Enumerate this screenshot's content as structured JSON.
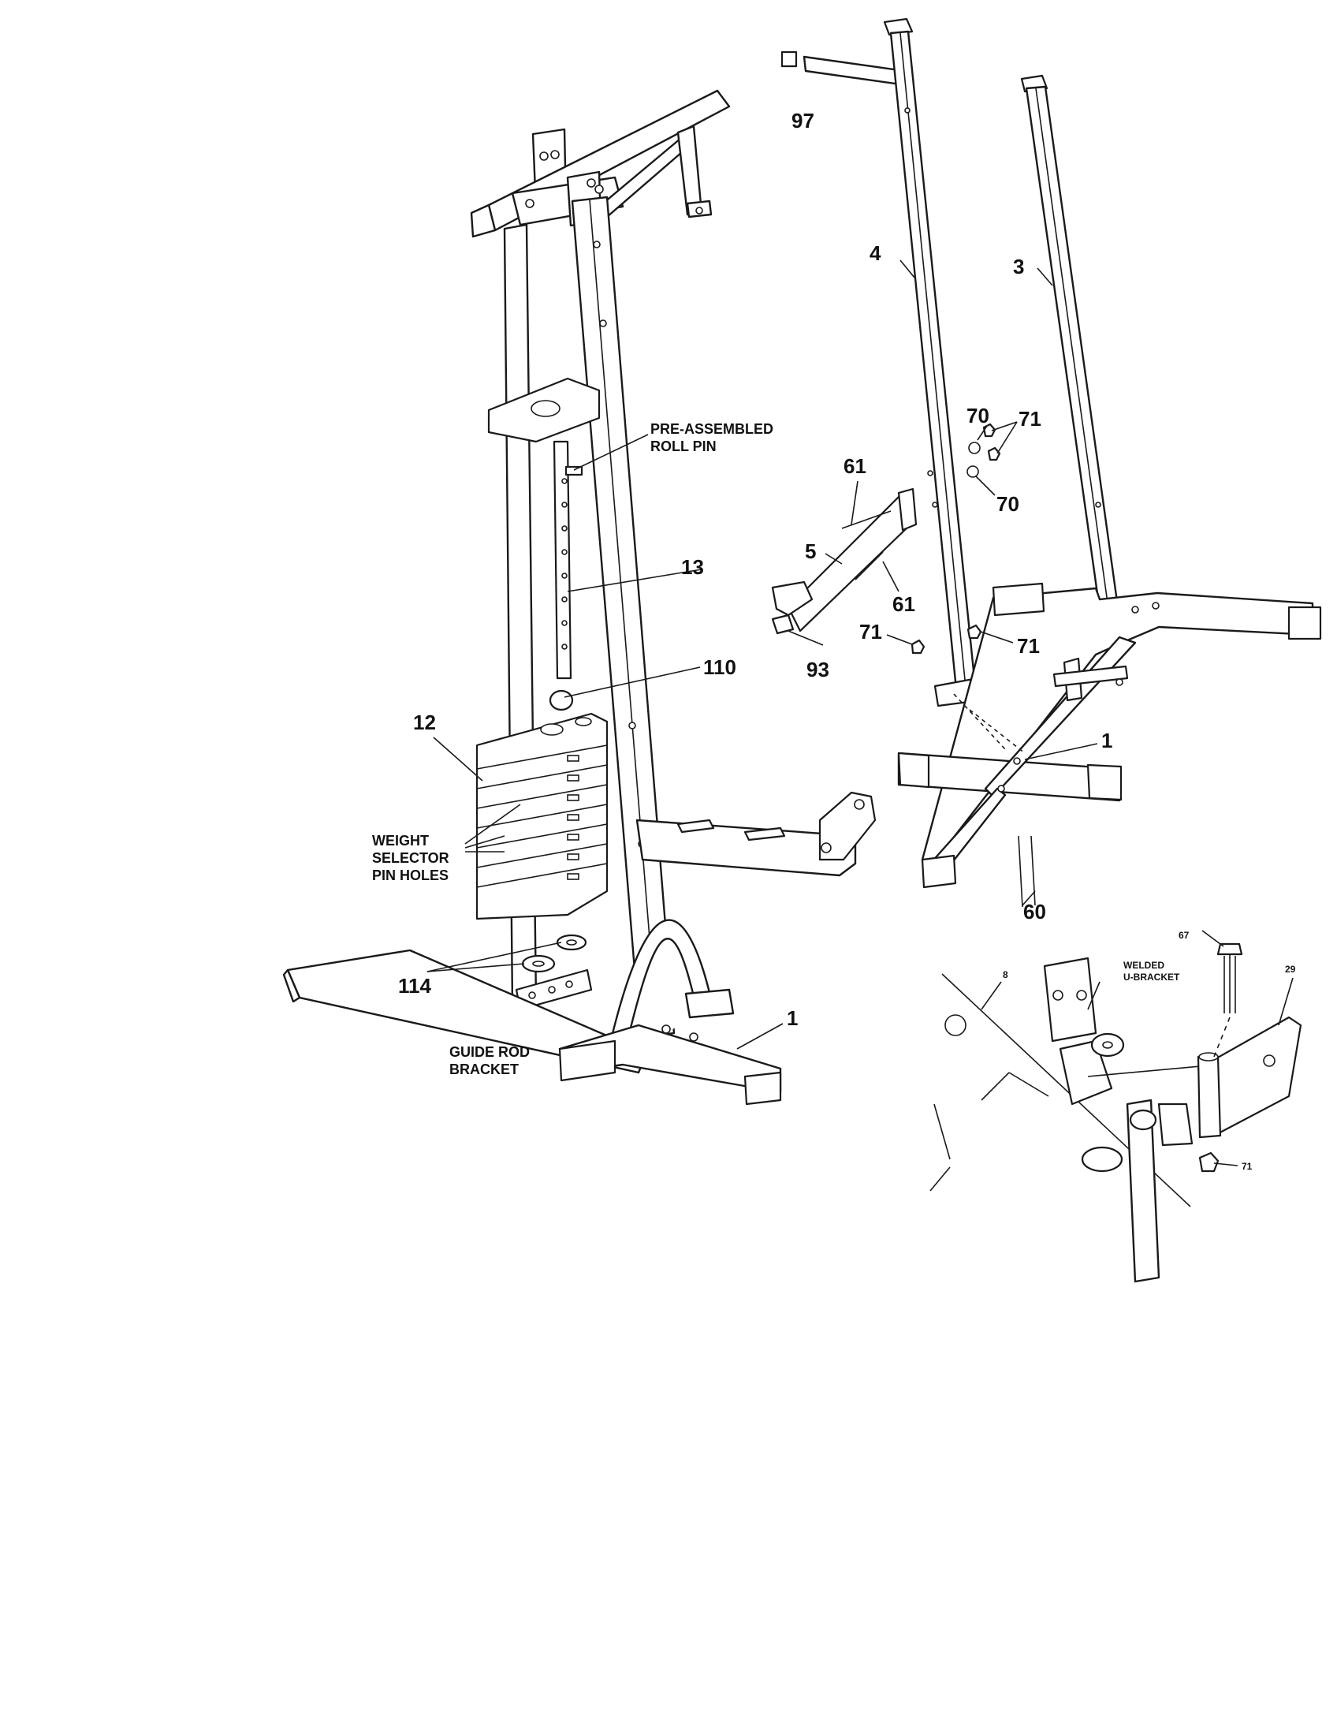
{
  "labels": {
    "p97": "97",
    "p4": "4",
    "p3": "3",
    "p70a": "70",
    "p71a": "71",
    "p70b": "70",
    "p61a": "61",
    "p5": "5",
    "p61b": "61",
    "p93": "93",
    "p71b": "71",
    "p71c": "71",
    "p1a": "1",
    "p60": "60",
    "p13": "13",
    "p110": "110",
    "p12": "12",
    "p114": "114",
    "p1b": "1",
    "pre_assembled_line1": "PRE-ASSEMBLED",
    "pre_assembled_line2": "ROLL PIN",
    "weight_line1": "WEIGHT",
    "weight_line2": "SELECTOR",
    "weight_line3": "PIN HOLES",
    "guide_line1": "GUIDE ROD",
    "guide_line2": "BRACKET",
    "detail_67": "67",
    "detail_29": "29",
    "detail_8": "8",
    "detail_welded_line1": "WELDED",
    "detail_welded_line2": "U-BRACKET",
    "detail_71": "71"
  },
  "colors": {
    "ink": "#1a1a1a",
    "paper": "#ffffff"
  }
}
